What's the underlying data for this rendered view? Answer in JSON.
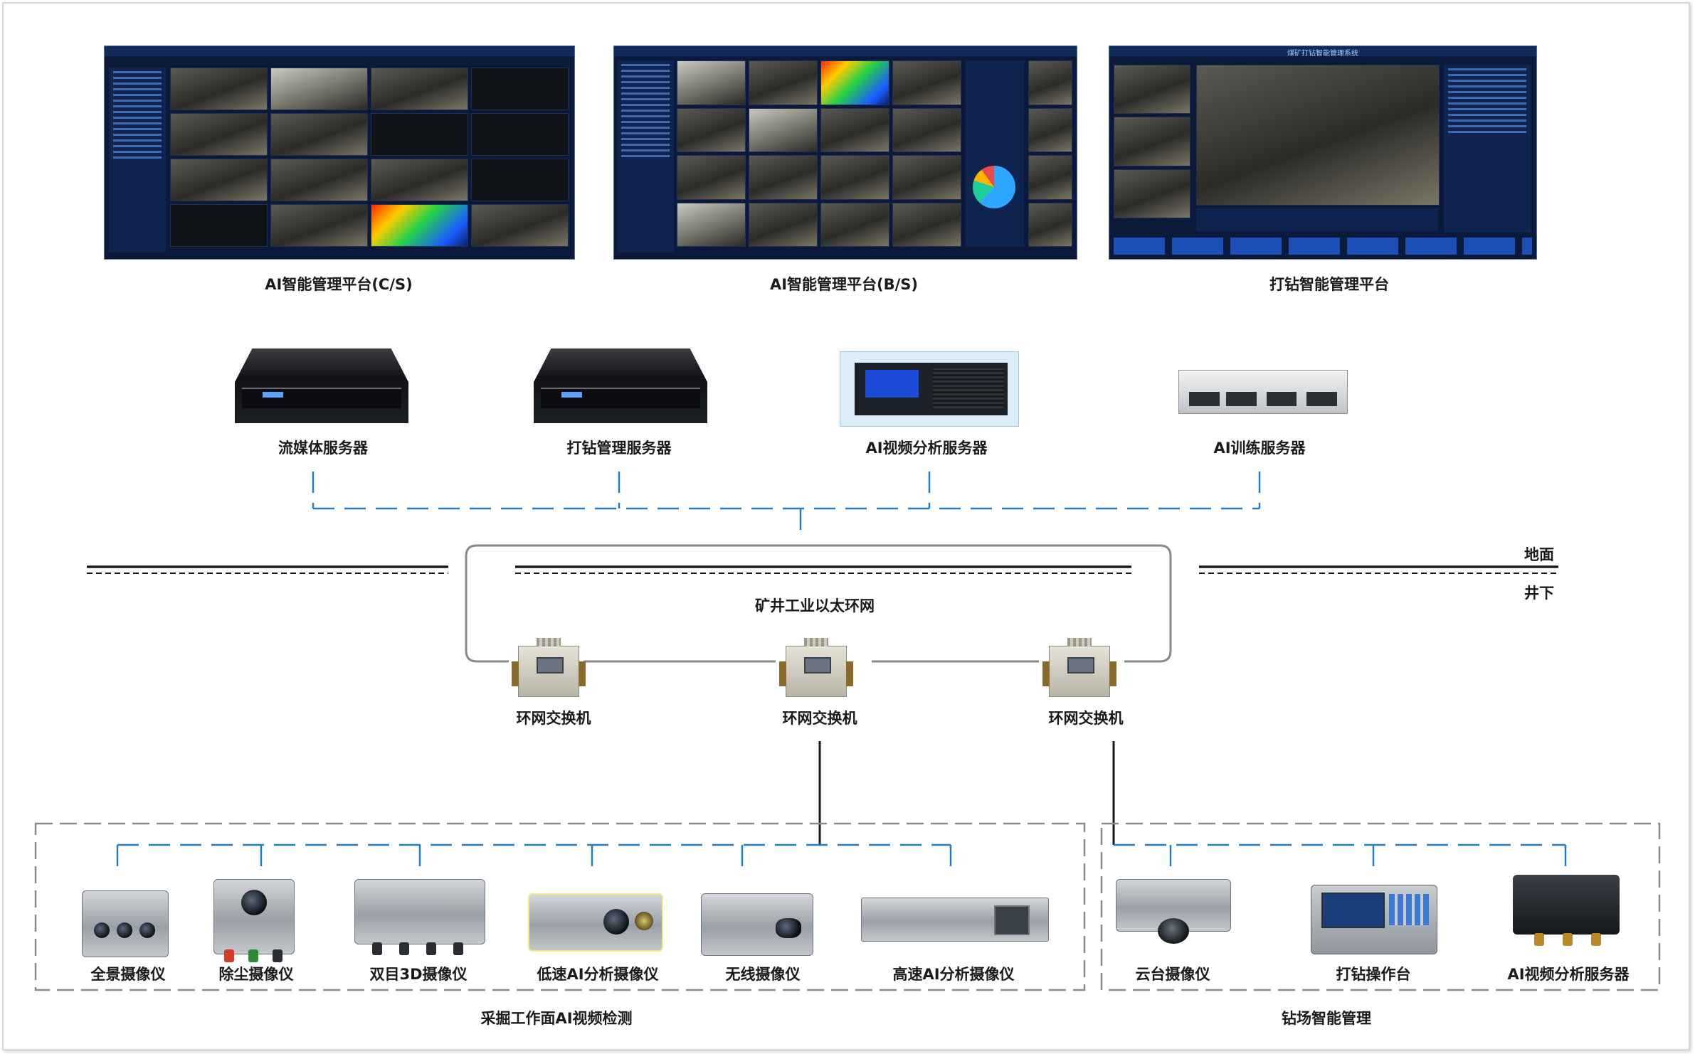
{
  "software": {
    "cs_platform": {
      "label": "AI智能管理平台(C/S)"
    },
    "bs_platform": {
      "label": "AI智能管理平台(B/S)"
    },
    "drill_platform": {
      "label": "打钻智能管理平台",
      "window_title": "煤矿打钻智能管理系统"
    }
  },
  "servers": [
    {
      "label": "流媒体服务器"
    },
    {
      "label": "打钻管理服务器"
    },
    {
      "label": "AI视频分析服务器"
    },
    {
      "label": "AI训练服务器"
    }
  ],
  "zones": {
    "surface": "地面",
    "underground": "井下"
  },
  "network": {
    "ring_label": "矿井工业以太环网",
    "switches": [
      {
        "label": "环网交换机"
      },
      {
        "label": "环网交换机"
      },
      {
        "label": "环网交换机"
      }
    ]
  },
  "mining_face": {
    "group_label": "采掘工作面AI视频检测",
    "devices": [
      {
        "label": "全景摄像仪"
      },
      {
        "label": "除尘摄像仪"
      },
      {
        "label": "双目3D摄像仪"
      },
      {
        "label": "低速AI分析摄像仪"
      },
      {
        "label": "无线摄像仪"
      },
      {
        "label": "高速AI分析摄像仪"
      }
    ]
  },
  "drill_site": {
    "group_label": "钻场智能管理",
    "devices": [
      {
        "label": "云台摄像仪"
      },
      {
        "label": "打钻操作台"
      },
      {
        "label": "AI视频分析服务器"
      }
    ]
  },
  "colors": {
    "dashed_link": "#1f7fc4",
    "solid_link": "#1a1a1a",
    "ring": "#8a8a8a",
    "group_border": "#8a8a8a"
  }
}
